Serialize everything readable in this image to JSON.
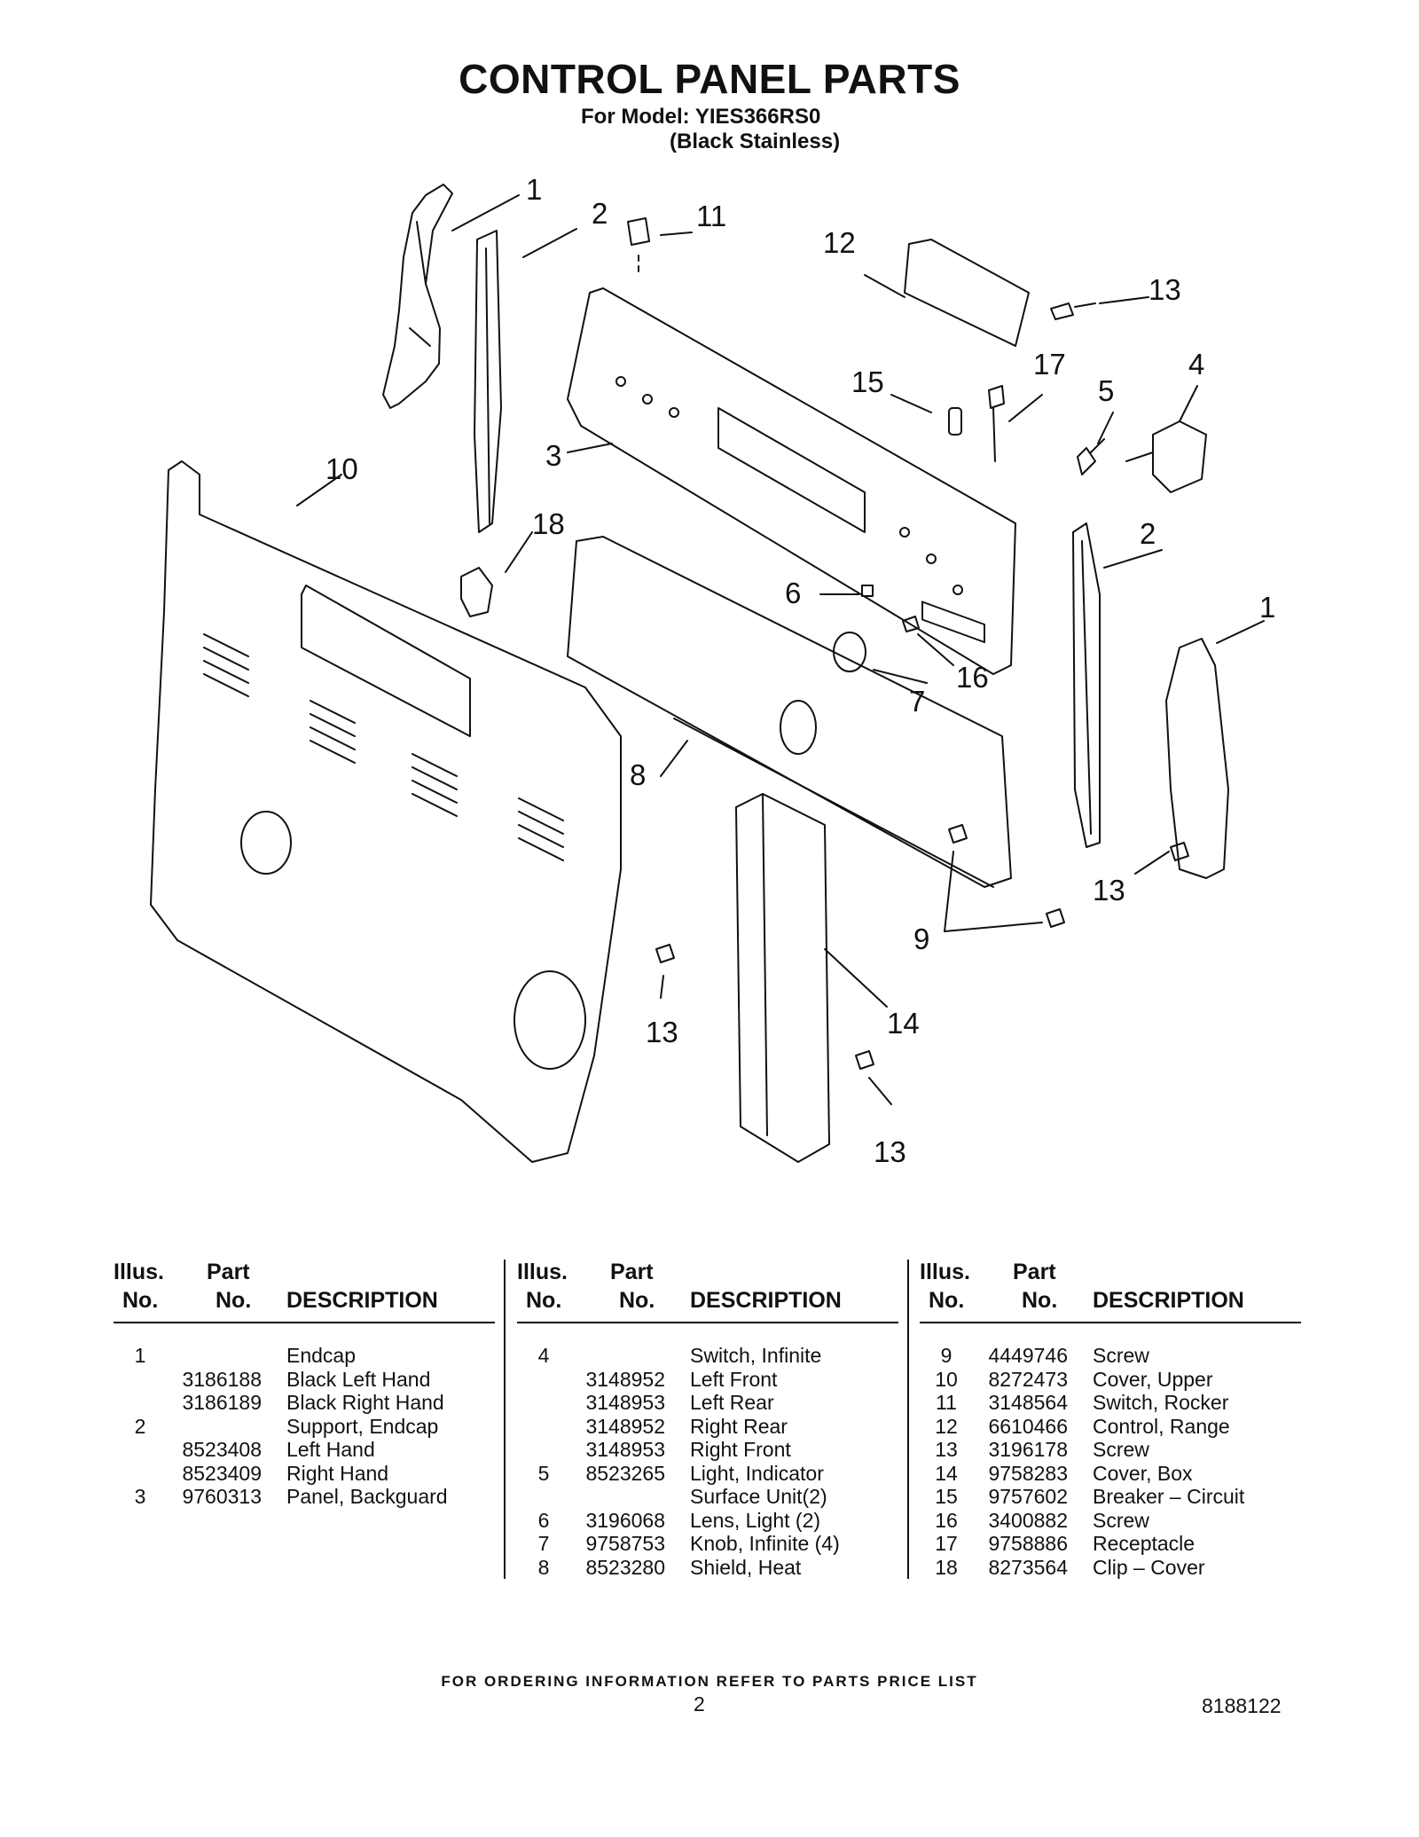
{
  "header": {
    "title": "CONTROL PANEL PARTS",
    "model_line": "For Model: YIES366RS0",
    "variant_line": "(Black Stainless)"
  },
  "diagram": {
    "callouts": [
      "1",
      "2",
      "11",
      "12",
      "13",
      "15",
      "17",
      "4",
      "5",
      "3",
      "10",
      "18",
      "2",
      "6",
      "1",
      "7",
      "16",
      "8",
      "13",
      "9",
      "14",
      "13",
      "13"
    ]
  },
  "table": {
    "headers": {
      "illus1": "Illus.",
      "illus2": "No.",
      "part1": "Part",
      "part2": "No.",
      "desc": "DESCRIPTION"
    },
    "columns": [
      [
        {
          "no": "1",
          "part": "",
          "desc": "Endcap"
        },
        {
          "no": "",
          "part": "3186188",
          "desc": "Black Left Hand"
        },
        {
          "no": "",
          "part": "3186189",
          "desc": "Black Right Hand"
        },
        {
          "no": "2",
          "part": "",
          "desc": "Support, Endcap"
        },
        {
          "no": "",
          "part": "8523408",
          "desc": "Left Hand"
        },
        {
          "no": "",
          "part": "8523409",
          "desc": "Right Hand"
        },
        {
          "no": "3",
          "part": "9760313",
          "desc": "Panel, Backguard"
        }
      ],
      [
        {
          "no": "4",
          "part": "",
          "desc": "Switch, Infinite"
        },
        {
          "no": "",
          "part": "3148952",
          "desc": "Left Front"
        },
        {
          "no": "",
          "part": "3148953",
          "desc": "Left Rear"
        },
        {
          "no": "",
          "part": "3148952",
          "desc": "Right Rear"
        },
        {
          "no": "",
          "part": "3148953",
          "desc": "Right Front"
        },
        {
          "no": "5",
          "part": "8523265",
          "desc": "Light, Indicator"
        },
        {
          "no": "",
          "part": "",
          "desc": "Surface Unit(2)"
        },
        {
          "no": "6",
          "part": "3196068",
          "desc": "Lens, Light (2)"
        },
        {
          "no": "7",
          "part": "9758753",
          "desc": "Knob, Infinite (4)"
        },
        {
          "no": "8",
          "part": "8523280",
          "desc": "Shield, Heat"
        }
      ],
      [
        {
          "no": "9",
          "part": "4449746",
          "desc": "Screw"
        },
        {
          "no": "10",
          "part": "8272473",
          "desc": "Cover, Upper"
        },
        {
          "no": "11",
          "part": "3148564",
          "desc": "Switch, Rocker"
        },
        {
          "no": "12",
          "part": "6610466",
          "desc": "Control, Range"
        },
        {
          "no": "13",
          "part": "3196178",
          "desc": "Screw"
        },
        {
          "no": "14",
          "part": "9758283",
          "desc": "Cover, Box"
        },
        {
          "no": "15",
          "part": "9757602",
          "desc": "Breaker – Circuit"
        },
        {
          "no": "16",
          "part": "3400882",
          "desc": "Screw"
        },
        {
          "no": "17",
          "part": "9758886",
          "desc": "Receptacle"
        },
        {
          "no": "18",
          "part": "8273564",
          "desc": "Clip – Cover"
        }
      ]
    ]
  },
  "footer": {
    "ordering": "FOR ORDERING INFORMATION REFER TO PARTS PRICE LIST",
    "page": "2",
    "doc_number": "8188122"
  }
}
